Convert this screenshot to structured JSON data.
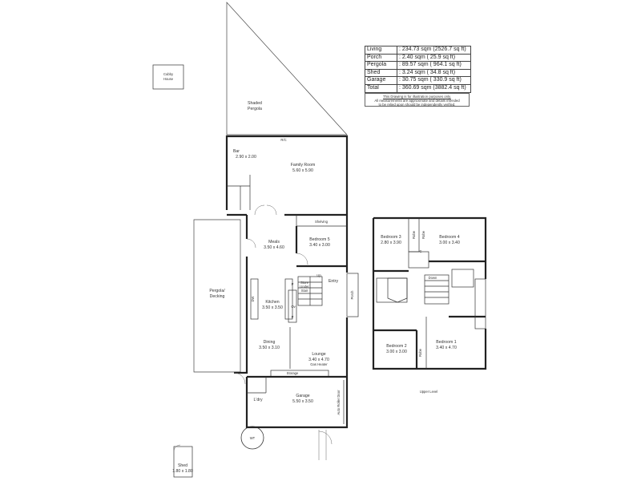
{
  "areas": [
    {
      "label": "Living",
      "value": ": 234.73 sqm (2526.7 sq ft)"
    },
    {
      "label": "Porch",
      "value": ":    2.40 sqm (   25.9 sq ft)"
    },
    {
      "label": "Pergola",
      "value": ":  89.57 sqm (  964.1 sq ft)"
    },
    {
      "label": "Shed",
      "value": ":    3.24 sqm (   34.8 sq ft)"
    },
    {
      "label": "Garage",
      "value": ":  30.75 sqm (  330.9 sq ft)"
    },
    {
      "label": "Total",
      "value": ": 360.69 sqm (3882.4 sq ft)"
    }
  ],
  "disclaimer": {
    "line1": "This Drawing is for illustration purposes only.",
    "line2": "All measurements are approximate and details intended",
    "line3": "to be relied upon should be independently verified."
  },
  "labels": {
    "cubby_line1": "Cubby",
    "cubby_line2": "House",
    "shaded_line1": "Shaded",
    "shaded_line2": "Pergola",
    "rc": "R/C",
    "bar": "Bar",
    "bar_dim": "2.90 x 2.00",
    "family": "Family Room",
    "family_dim": "5.60 x 5.90",
    "shelving": "Shelving",
    "meals": "Meals",
    "meals_dim": "3.50 x 4.60",
    "bed5": "Bedroom 5",
    "bed5_dim": "3.40 x 3.00",
    "pergola_line1": "Pergola/",
    "pergola_line2": "Decking",
    "store_line1": "Store",
    "store_line2": "Under",
    "store_line3": "Stair",
    "up": "Up",
    "entry": "Entry",
    "porch": "Porch",
    "kitchen": "Kitchen",
    "kitchen_dim": "3.50 x 3.50",
    "dw": "DW",
    "p1": "P",
    "p2": "P",
    "ov": "Ov",
    "lounge": "Lounge",
    "lounge_dim": "3.40 x 4.70",
    "dining": "Dining",
    "dining_dim": "3.50 x 3.10",
    "gas_heater": "Gas Heater",
    "storage": "Storage",
    "ldry": "L'dry",
    "garage": "Garage",
    "garage_dim": "5.50 x 3.50",
    "roller_door": "Auto Roller Door",
    "wt": "WT",
    "shed": "Shed",
    "shed_dim": "1.80 x 1.80",
    "bed3": "Bedroom 3",
    "bed3_dim": "2.80 x 3.90",
    "bed4": "Bedroom 4",
    "bed4_dim": "3.00 x 3.40",
    "robe": "Robe",
    "c": "C",
    "down": "Down",
    "bed2": "Bedroom 2",
    "bed2_dim": "3.00 x 3.00",
    "bed1": "Bedroom 1",
    "bed1_dim": "3.40 x 4.70",
    "upper_level": "Upper Level"
  }
}
